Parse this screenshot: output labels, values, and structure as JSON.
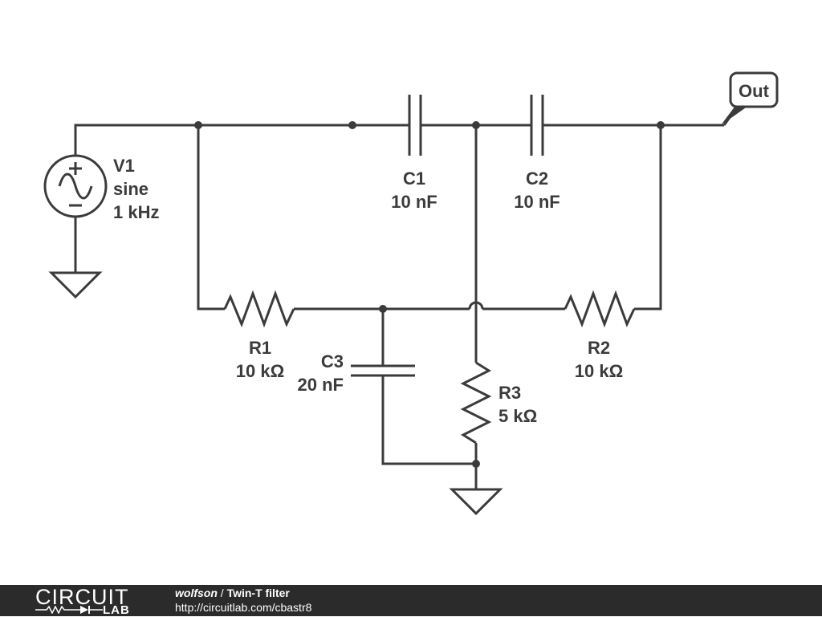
{
  "schematic": {
    "output_label": "Out",
    "components": {
      "V1": {
        "name": "V1",
        "type_label": "sine",
        "value": "1 kHz"
      },
      "C1": {
        "name": "C1",
        "value": "10 nF"
      },
      "C2": {
        "name": "C2",
        "value": "10 nF"
      },
      "C3": {
        "name": "C3",
        "value": "20 nF"
      },
      "R1": {
        "name": "R1",
        "value": "10 kΩ"
      },
      "R2": {
        "name": "R2",
        "value": "10 kΩ"
      },
      "R3": {
        "name": "R3",
        "value": "5 kΩ"
      }
    }
  },
  "footer": {
    "logo_top": "CIRCUIT",
    "logo_bottom": "LAB",
    "author": "wolfson",
    "separator": " / ",
    "title": "Twin-T filter",
    "url": "http://circuitlab.com/cbastr8"
  },
  "colors": {
    "ink": "#3b3b3b",
    "footer_bg": "#2b2b2b"
  }
}
